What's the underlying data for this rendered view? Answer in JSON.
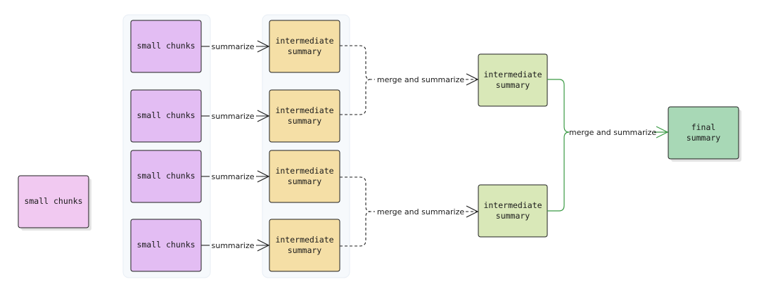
{
  "colors": {
    "chunk_fill": "#e3bdf3",
    "chunk_fill_light": "#f1c9f1",
    "intermediate_fill": "#f5dfa6",
    "second_level_fill": "#d9e8b8",
    "final_fill": "#a8d8b6",
    "green_edge": "#3a9a44"
  },
  "nodes": {
    "standalone_chunk": "small chunks",
    "chunks": [
      "small chunks",
      "small chunks",
      "small chunks",
      "small chunks"
    ],
    "intermediates": [
      [
        "intermediate",
        "summary"
      ],
      [
        "intermediate",
        "summary"
      ],
      [
        "intermediate",
        "summary"
      ],
      [
        "intermediate",
        "summary"
      ]
    ],
    "merged_intermediates": [
      [
        "intermediate",
        "summary"
      ],
      [
        "intermediate",
        "summary"
      ]
    ],
    "final": [
      "final",
      "summary"
    ]
  },
  "edges": {
    "summarize": [
      "summarize",
      "summarize",
      "summarize",
      "summarize"
    ],
    "merge_top": "merge and summarize",
    "merge_bottom": "merge and summarize",
    "merge_final": "merge and summarize"
  }
}
